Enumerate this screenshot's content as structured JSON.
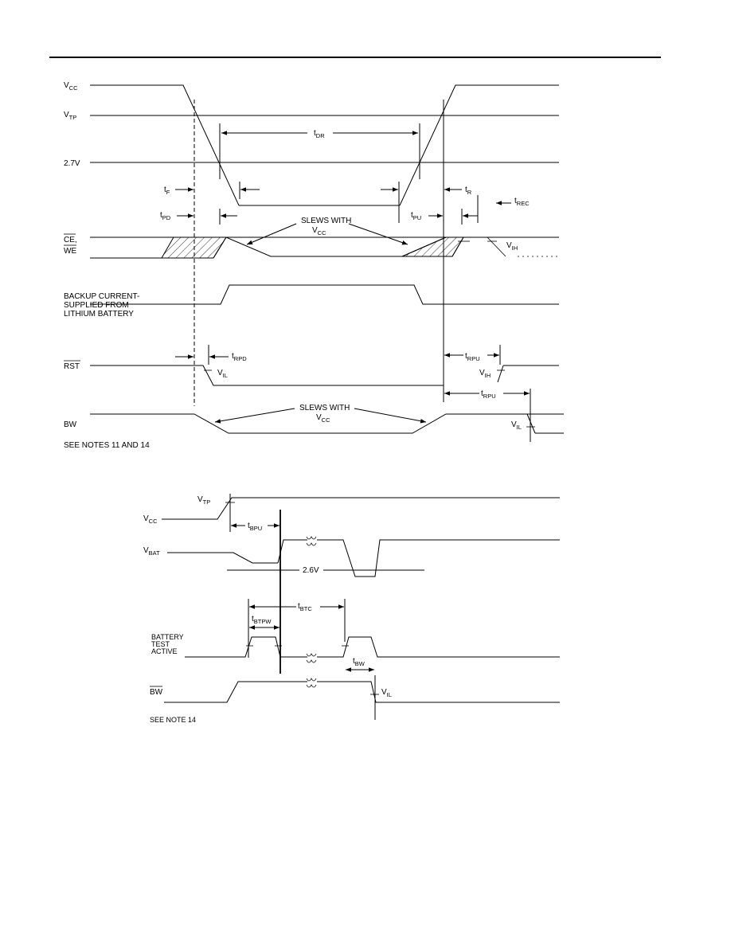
{
  "top": {
    "signals": {
      "vcc": {
        "main": "V",
        "sub": "CC"
      },
      "vtp": {
        "main": "V",
        "sub": "TP"
      },
      "v27": "2.7V",
      "ce": "CE,",
      "we": "WE",
      "backup_1": "BACKUP CURRENT-",
      "backup_2": "SUPPLIED FROM",
      "backup_3": "LITHIUM BATTERY",
      "rst": "RST",
      "bw": "BW"
    },
    "timing": {
      "tdr": {
        "main": "t",
        "sub": "DR"
      },
      "tf": {
        "main": "t",
        "sub": "F"
      },
      "tr": {
        "main": "t",
        "sub": "R"
      },
      "trec": {
        "main": "t",
        "sub": "REC"
      },
      "tpd": {
        "main": "t",
        "sub": "PD"
      },
      "tpu": {
        "main": "t",
        "sub": "PU"
      },
      "trpd": {
        "main": "t",
        "sub": "RPD"
      },
      "trpu": {
        "main": "t",
        "sub": "RPU"
      },
      "trpu2": {
        "main": "t",
        "sub": "RPU"
      }
    },
    "levels": {
      "vih": {
        "main": "V",
        "sub": "IH"
      },
      "vil_rst": {
        "main": "V",
        "sub": "IL"
      },
      "vih_rst": {
        "main": "V",
        "sub": "IH"
      },
      "vil_bw": {
        "main": "V",
        "sub": "IL"
      }
    },
    "slews1": {
      "line1": "SLEWS WITH",
      "main": "V",
      "sub": "CC"
    },
    "slews2": {
      "line1": "SLEWS WITH",
      "main": "V",
      "sub": "CC"
    },
    "note": "SEE NOTES 11 AND 14"
  },
  "bottom": {
    "signals": {
      "vtp": {
        "main": "V",
        "sub": "TP"
      },
      "vcc": {
        "main": "V",
        "sub": "CC"
      },
      "vbat": {
        "main": "V",
        "sub": "BAT"
      },
      "v26": "2.6V",
      "bta_1": "BATTERY",
      "bta_2": "TEST",
      "bta_3": "ACTIVE",
      "bw": "BW"
    },
    "timing": {
      "tbpu": {
        "main": "t",
        "sub": "BPU"
      },
      "tbtc": {
        "main": "t",
        "sub": "BTC"
      },
      "tbtpw": {
        "main": "t",
        "sub": "BTPW"
      },
      "tbw": {
        "main": "t",
        "sub": "BW"
      }
    },
    "levels": {
      "vil": {
        "main": "V",
        "sub": "IL"
      }
    },
    "note": "SEE NOTE 14"
  },
  "colors": {
    "ink": "#000000",
    "paper": "#ffffff"
  }
}
